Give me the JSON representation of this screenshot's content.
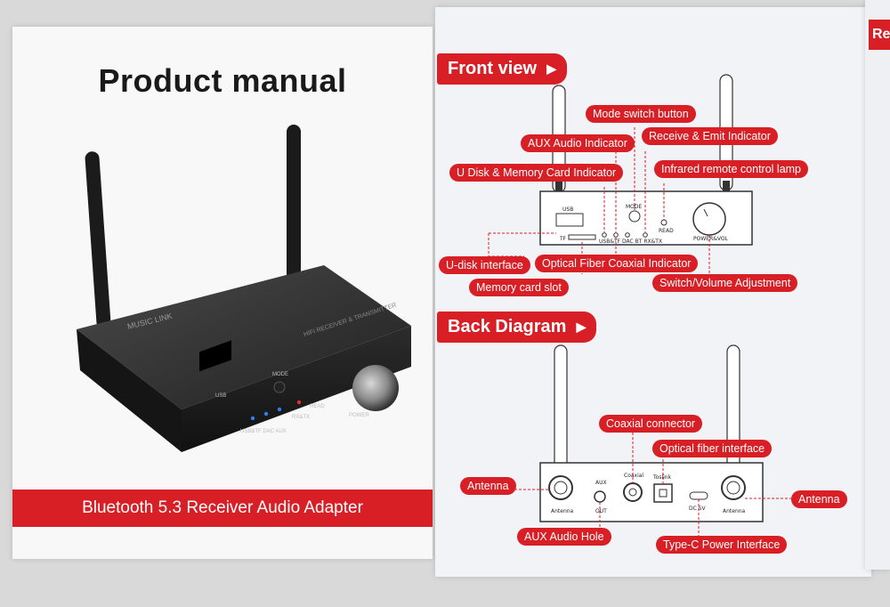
{
  "left": {
    "title": "Product manual",
    "banner": "Bluetooth 5.3 Receiver Audio Adapter",
    "device": {
      "brand": "MUSIC LINK",
      "model_text": "HIFI RECEIVER & TRANSMITTER",
      "usb": "USB",
      "mode": "MODE",
      "read": "READ",
      "indicators": "USB&TF  DAC AUX",
      "rxtx": "RX&TX",
      "power": "POWER"
    }
  },
  "right": {
    "front_title": "Front view",
    "back_title": "Back Diagram",
    "edge_tab": "Re",
    "front_callouts": {
      "mode": "Mode switch button",
      "aux_ind": "AUX Audio Indicator",
      "recv": "Receive & Emit Indicator",
      "udisk_ind": "U Disk & Memory Card Indicator",
      "ir": "Infrared remote control lamp",
      "udisk_if": "U-disk interface",
      "optical_ind": "Optical Fiber Coaxial Indicator",
      "card_slot": "Memory card slot",
      "switch_vol": "Switch/Volume Adjustment"
    },
    "front_panel": {
      "usb": "USB",
      "mode": "MODE",
      "read": "READ",
      "tf": "TF",
      "leds": "USB&TF DAC BT  RX&TX",
      "power": "POWER&VOL"
    },
    "back_callouts": {
      "coax": "Coaxial connector",
      "optical": "Optical fiber interface",
      "antenna_left": "Antenna",
      "antenna_right": "Antenna",
      "aux_hole": "AUX Audio Hole",
      "typec": "Type-C Power Interface"
    },
    "back_panel": {
      "antenna": "Antenna",
      "aux": "AUX",
      "out": "OUT",
      "coaxial": "Coaxial",
      "toslink": "Toslink",
      "dc": "DC 5V",
      "antenna2": "Antenna"
    }
  }
}
